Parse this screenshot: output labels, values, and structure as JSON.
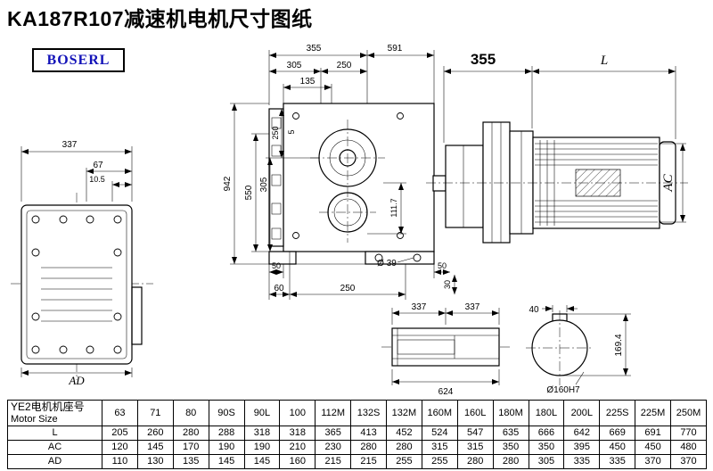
{
  "page": {
    "title": "KA187R107减速机电机尺寸图纸",
    "logo": "BOSERL"
  },
  "colors": {
    "line": "#000000",
    "logo_text": "#1212b8",
    "background": "#ffffff"
  },
  "drawing": {
    "front_view": {
      "d337": "337",
      "d67": "67",
      "d10_5": "10.5",
      "ad": "AD"
    },
    "main_view": {
      "d355": "355",
      "d591": "591",
      "d305_top": "305",
      "d250_top": "250",
      "d135": "135",
      "d250_left": "250",
      "d5": "5",
      "d942": "942",
      "d550": "550",
      "d305_left": "305",
      "d111_7": "111.7",
      "d50_left": "50",
      "d60": "60",
      "d250_bottom": "250",
      "dia39": "Ø 39",
      "d50_right": "50",
      "d30": "30"
    },
    "side_view": {
      "d355": "355",
      "dL": "L",
      "dAC": "AC"
    },
    "shaft_view": {
      "d337_left": "337",
      "d337_right": "337",
      "d624": "624"
    },
    "bore_view": {
      "d40": "40",
      "d169_4": "169.4",
      "dia_bore": "Ø160H7"
    }
  },
  "table": {
    "row_header_cn": "YE2电机机座号",
    "row_header_en": "Motor Size",
    "columns": [
      "63",
      "71",
      "80",
      "90S",
      "90L",
      "100",
      "112M",
      "132S",
      "132M",
      "160M",
      "160L",
      "180M",
      "180L",
      "200L",
      "225S",
      "225M",
      "250M"
    ],
    "rows": [
      {
        "label": "L",
        "values": [
          "205",
          "260",
          "280",
          "288",
          "318",
          "318",
          "365",
          "413",
          "452",
          "524",
          "547",
          "635",
          "666",
          "642",
          "669",
          "691",
          "770"
        ]
      },
      {
        "label": "AC",
        "values": [
          "120",
          "145",
          "170",
          "190",
          "190",
          "210",
          "230",
          "280",
          "280",
          "315",
          "315",
          "350",
          "350",
          "395",
          "450",
          "450",
          "480"
        ]
      },
      {
        "label": "AD",
        "values": [
          "110",
          "130",
          "135",
          "145",
          "145",
          "160",
          "215",
          "215",
          "255",
          "255",
          "280",
          "280",
          "305",
          "335",
          "335",
          "370",
          "370"
        ]
      }
    ]
  }
}
